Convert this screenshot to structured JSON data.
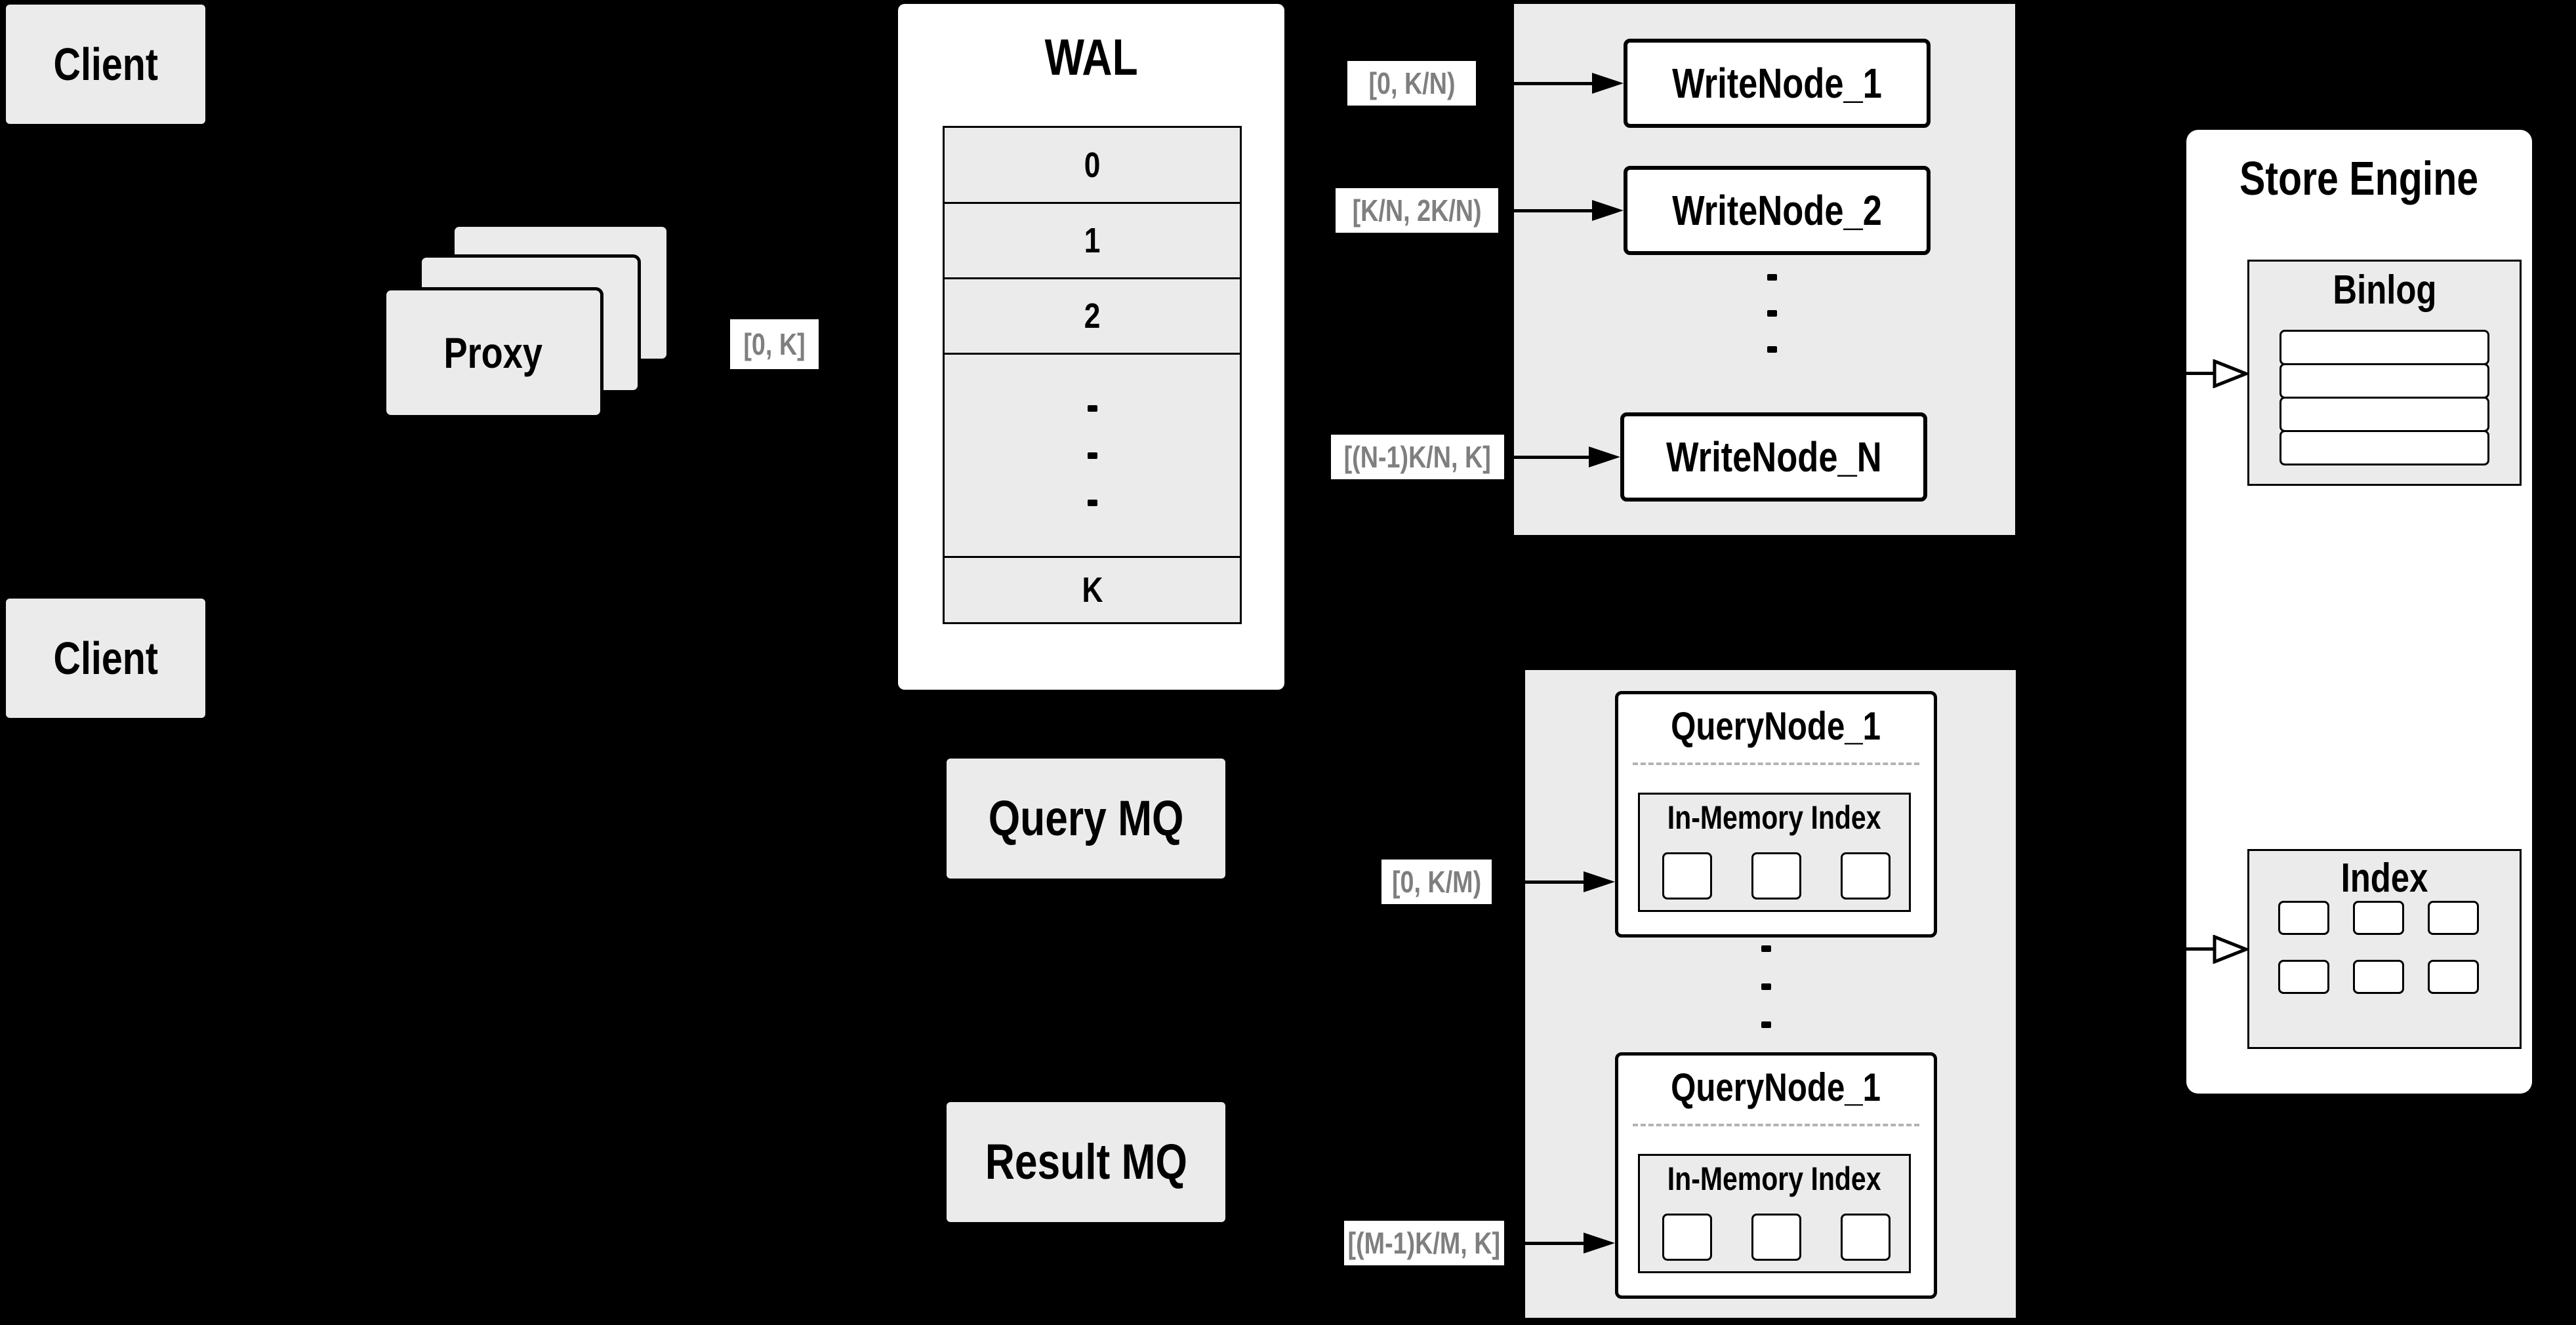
{
  "colors": {
    "background": "#000000",
    "box_fill": "#ebebeb",
    "box_white": "#ffffff",
    "border": "#000000",
    "range_label_text": "#7f7f7f",
    "dashed_divider": "#b3b3b3"
  },
  "clients": {
    "top": "Client",
    "bottom": "Client"
  },
  "proxy": {
    "label": "Proxy"
  },
  "wal": {
    "title": "WAL",
    "rows": [
      "0",
      "1",
      "2"
    ],
    "last_row": "K"
  },
  "range_labels": {
    "proxy_to_wal": "[0, K]",
    "write_1": "[0, K/N)",
    "write_2": "[K/N, 2K/N)",
    "write_n": "[(N-1)K/N, K]",
    "query_first": "[0, K/M)",
    "query_last": "[(M-1)K/M, K]"
  },
  "write_nodes": {
    "node_1": "WriteNode_1",
    "node_2": "WriteNode_2",
    "node_n": "WriteNode_N"
  },
  "store_engine": {
    "title": "Store Engine",
    "binlog_title": "Binlog",
    "index_title": "Index"
  },
  "mq": {
    "query": "Query MQ",
    "result": "Result MQ"
  },
  "query_nodes": {
    "node_top": "QueryNode_1",
    "node_bottom": "QueryNode_1",
    "in_memory_title": "In-Memory Index"
  }
}
